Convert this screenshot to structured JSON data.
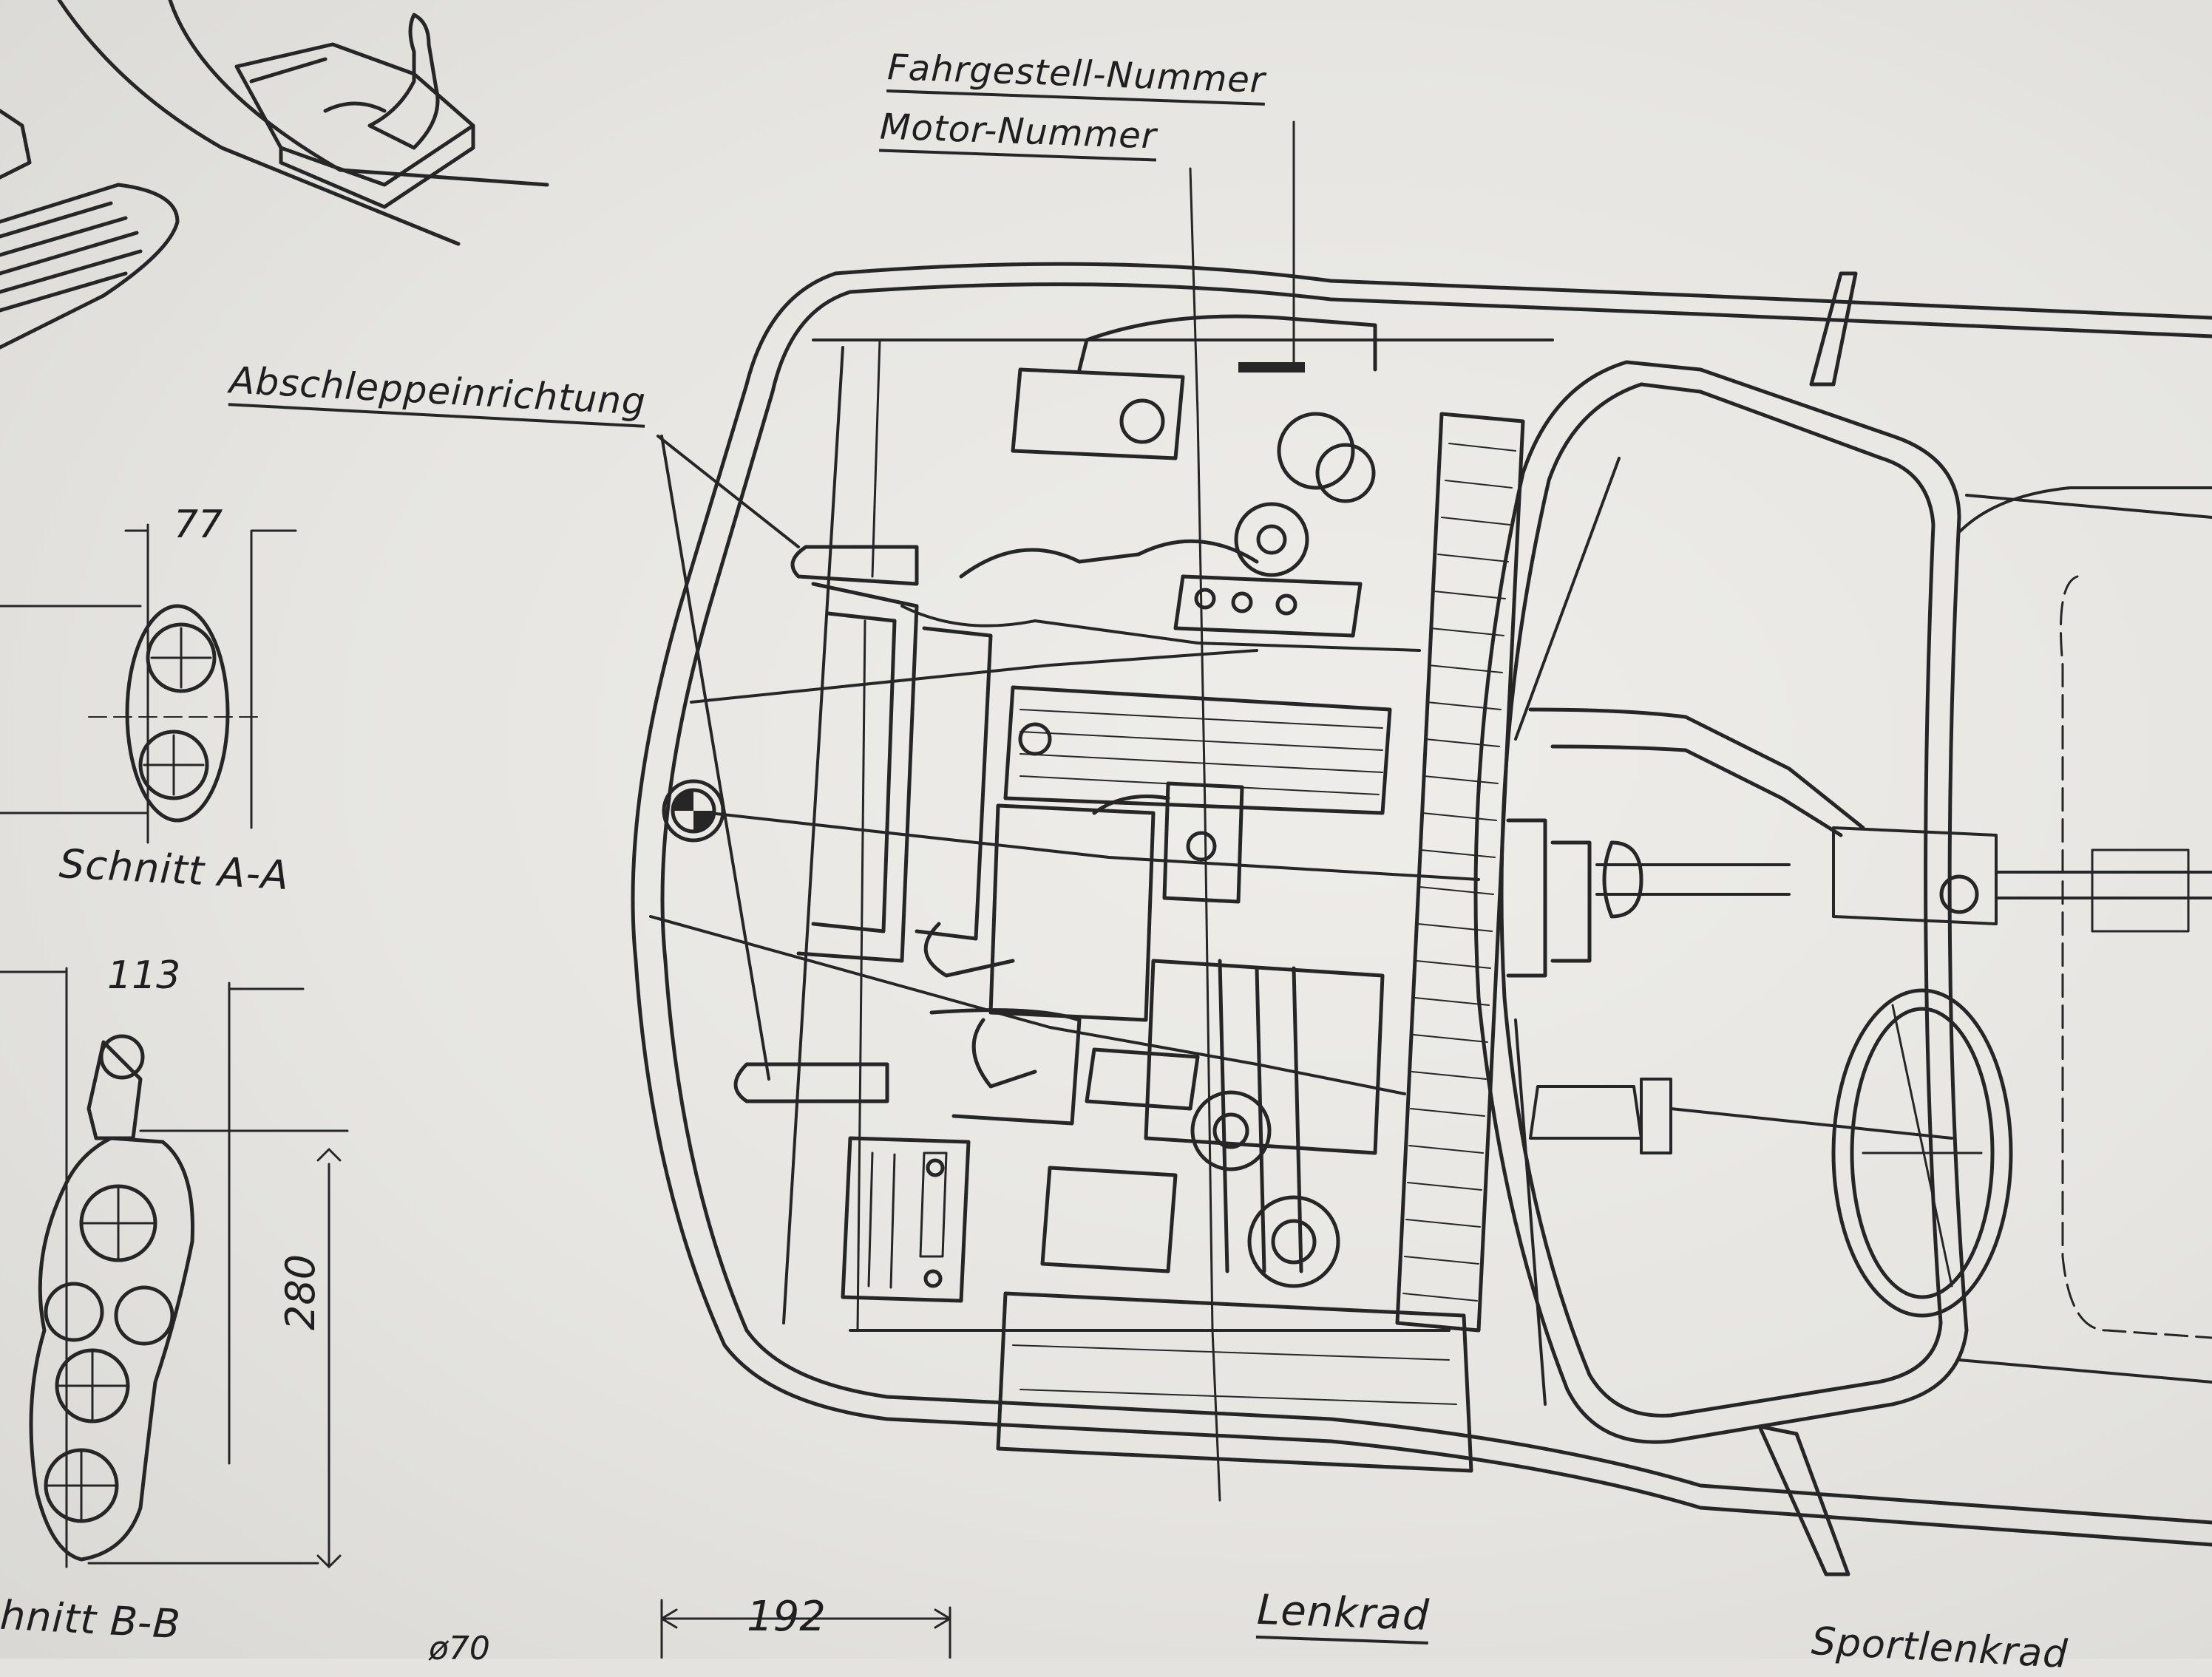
{
  "labels": {
    "chassis_number": "Fahrgestell-Nummer",
    "engine_number": "Motor-Nummer",
    "towing_device": "Abschleppeinrichtung",
    "section_aa": "Schnitt A-A",
    "section_bb": "hnitt B-B",
    "steering_wheel": "Lenkrad",
    "sport_cut": "Sportlenkrad"
  },
  "dimensions": {
    "d77": "77",
    "d113": "113",
    "d280": "280",
    "d192": "192",
    "d70": "ø70"
  },
  "icons": {
    "brand_emblem": "roundel-emblem-icon"
  },
  "colors": {
    "ink": "#262626",
    "paper": "#e6e5e1"
  }
}
